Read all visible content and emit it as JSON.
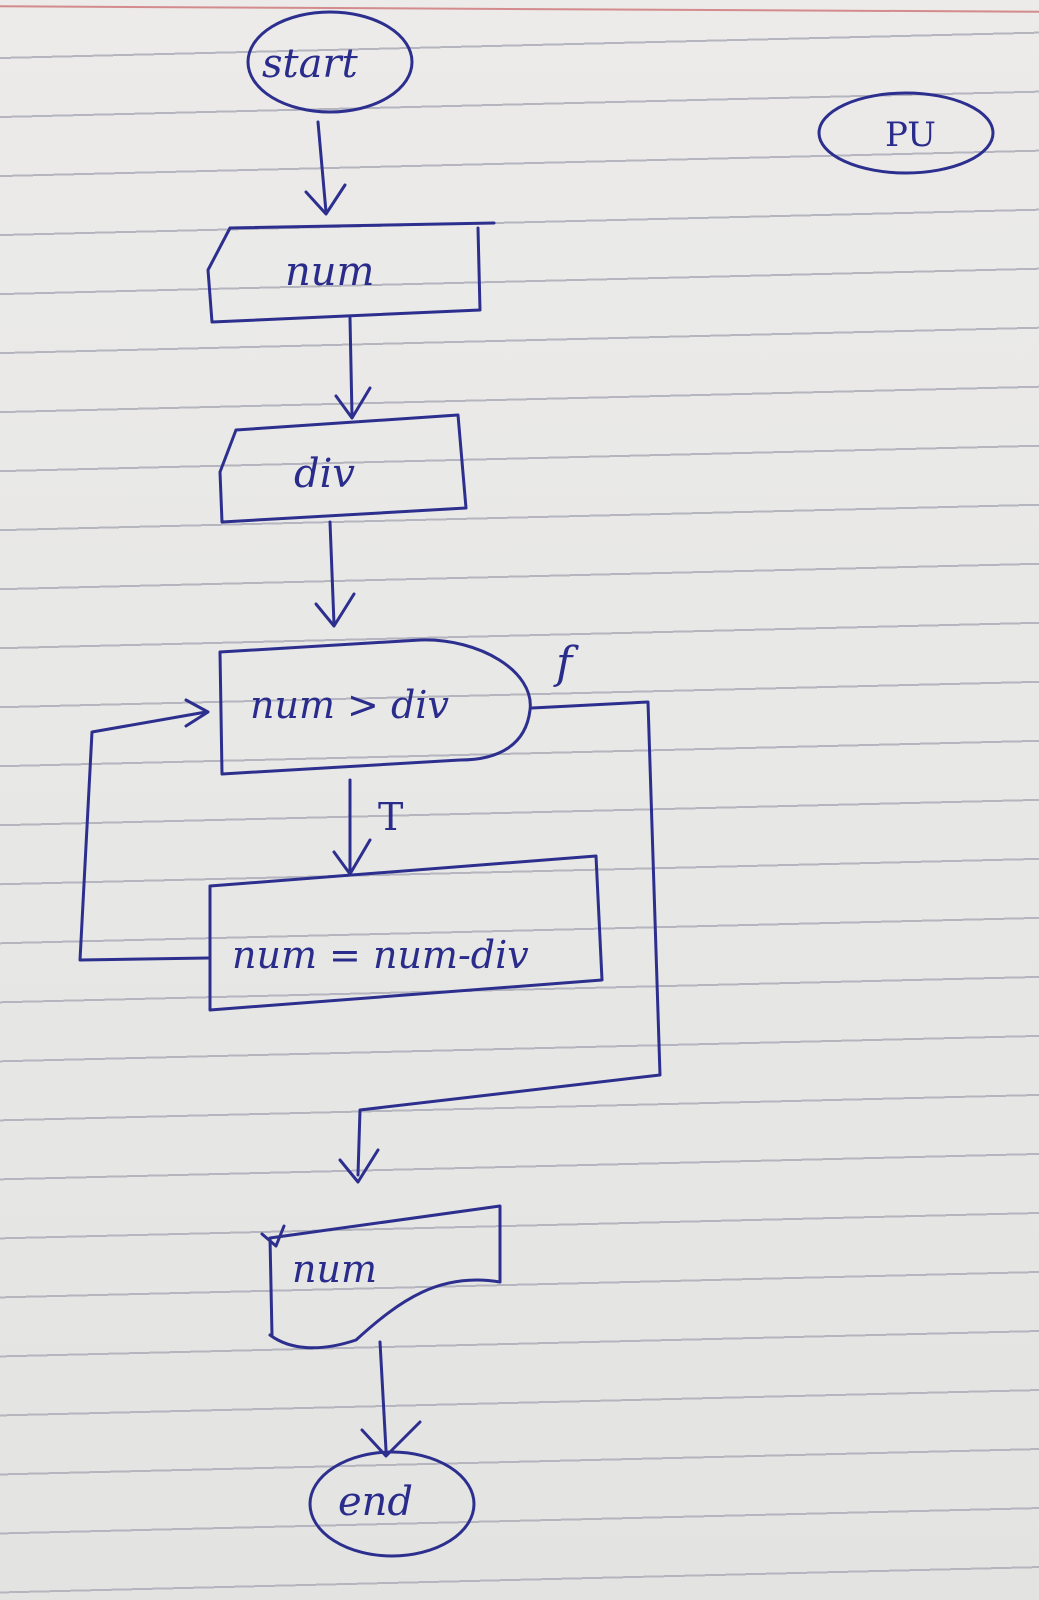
{
  "diagram": {
    "start_label": "start",
    "corner_label": "PU",
    "input_num_label": "num",
    "input_div_label": "div",
    "decision_label": "num > div",
    "false_label": "f",
    "true_label": "T",
    "process_label": "num = num-div",
    "output_label": "num",
    "end_label": "end"
  },
  "colors": {
    "ink": "#2d2f8f",
    "paper": "#e9e9e7",
    "rule": "#b5b5bf",
    "margin": "#d38b8d"
  }
}
